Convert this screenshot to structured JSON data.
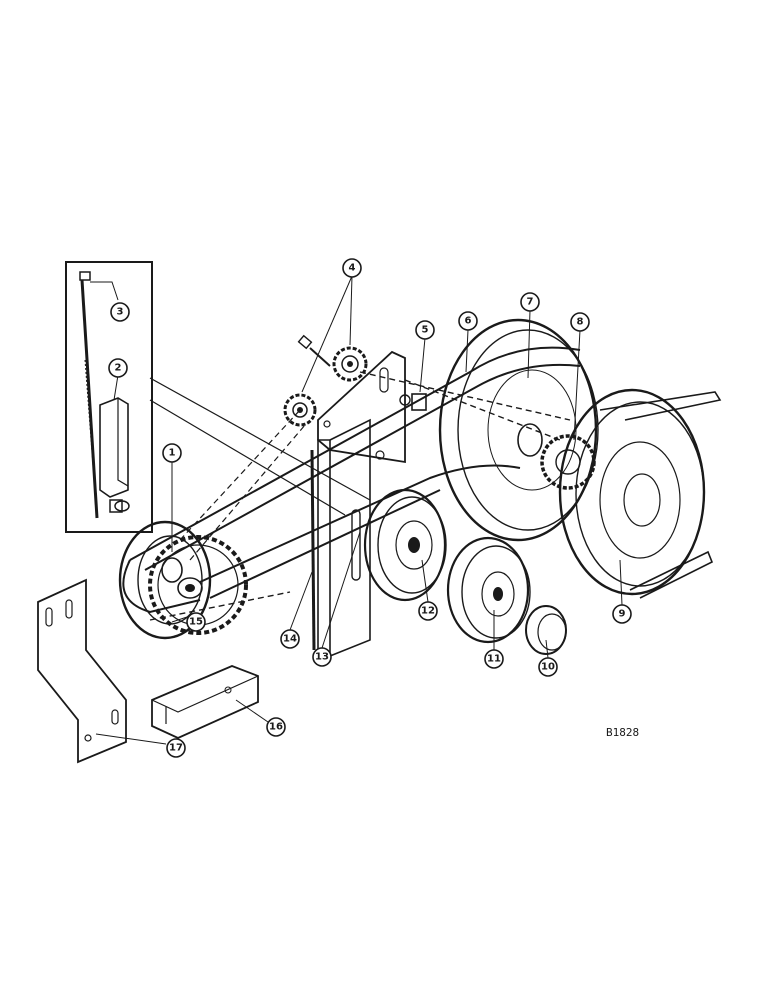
{
  "figure_code": "B1828",
  "callouts": [
    {
      "label": "1"
    },
    {
      "label": "2"
    },
    {
      "label": "3"
    },
    {
      "label": "4"
    },
    {
      "label": "5"
    },
    {
      "label": "6"
    },
    {
      "label": "7"
    },
    {
      "label": "8"
    },
    {
      "label": "9"
    },
    {
      "label": "10"
    },
    {
      "label": "11"
    },
    {
      "label": "12"
    },
    {
      "label": "13"
    },
    {
      "label": "14"
    },
    {
      "label": "15"
    },
    {
      "label": "16"
    },
    {
      "label": "17"
    }
  ]
}
